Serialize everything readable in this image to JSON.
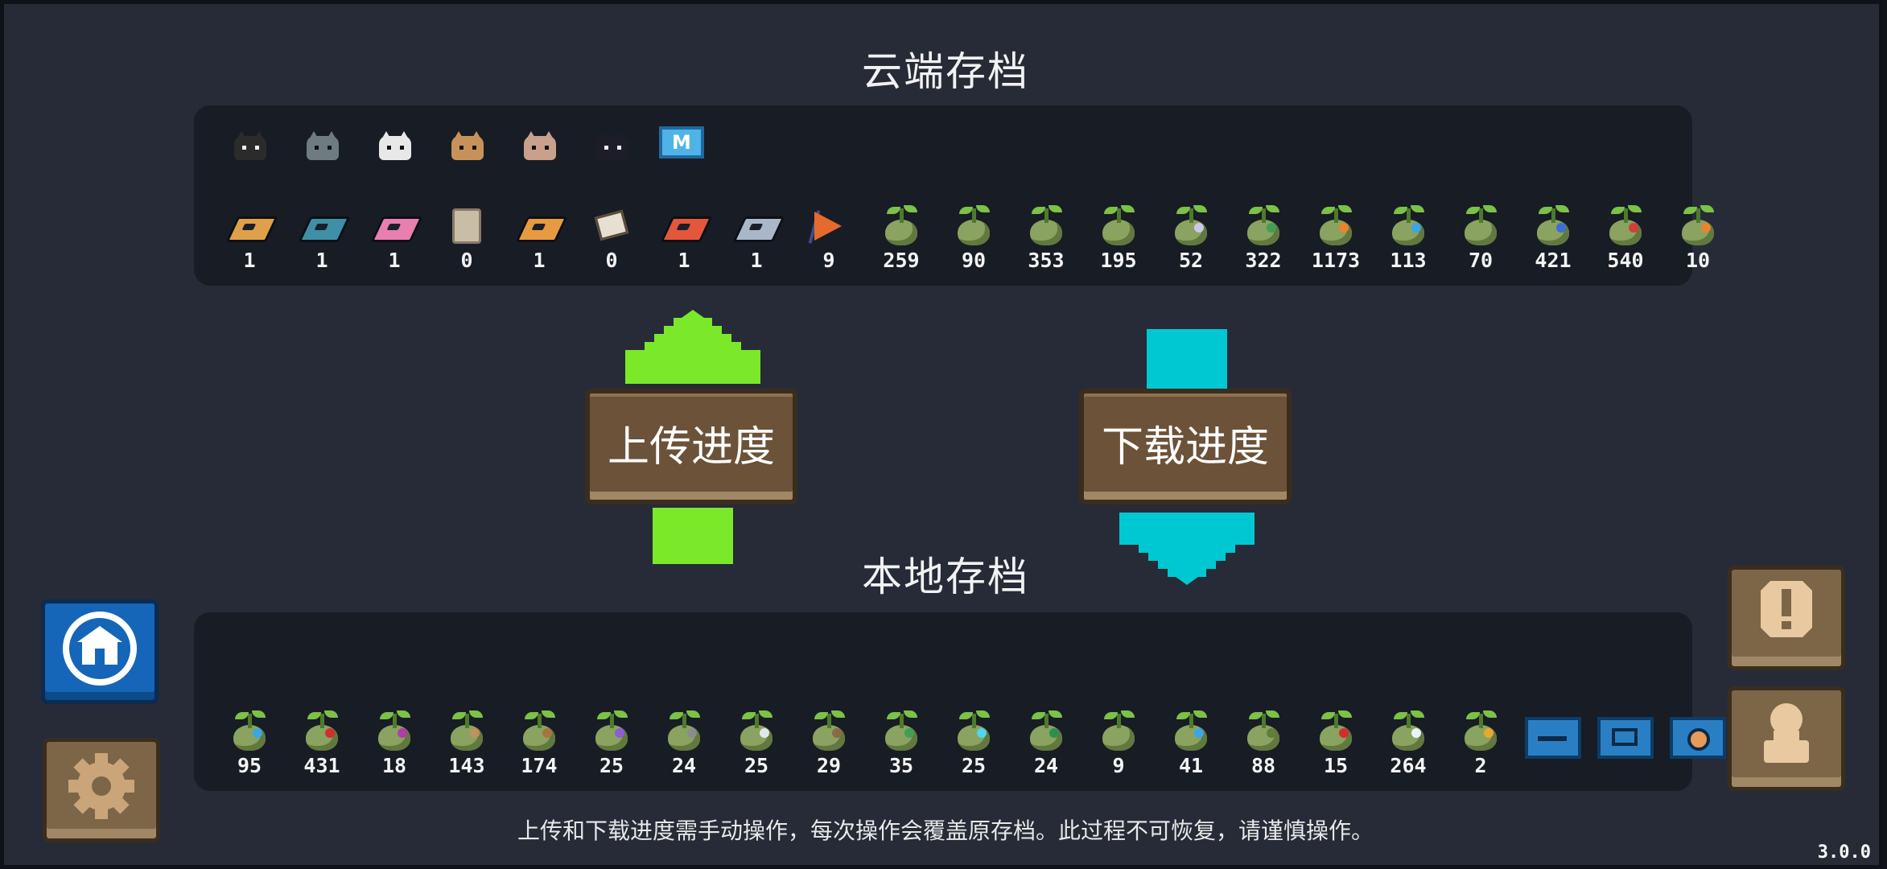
{
  "cloud": {
    "title": "云端存档",
    "characters": [
      {
        "icon": "black-white-cat-icon",
        "color": "#2b2b2b"
      },
      {
        "icon": "gray-cat-icon",
        "color": "#6e7b80"
      },
      {
        "icon": "white-cat-icon",
        "color": "#e8e8e8"
      },
      {
        "icon": "tan-dog-icon",
        "color": "#c7925a"
      },
      {
        "icon": "pig-icon",
        "color": "#c9a08c"
      },
      {
        "icon": "black-cat-with-hat-icon",
        "color": "#1d1d2a"
      },
      {
        "icon": "m-badge-icon",
        "label": "M"
      }
    ],
    "items": [
      {
        "icon": "gold-tile-icon",
        "color": "#e0a04a",
        "count": "1"
      },
      {
        "icon": "teal-tile-icon",
        "color": "#3f8fa6",
        "count": "1"
      },
      {
        "icon": "pink-tile-icon",
        "color": "#e77fb0",
        "count": "1"
      },
      {
        "icon": "scroll-icon",
        "count": "0"
      },
      {
        "icon": "rainbow-tile-icon",
        "color": "#e79a3f",
        "count": "1"
      },
      {
        "icon": "open-book-icon",
        "count": "0"
      },
      {
        "icon": "red-tile-icon",
        "color": "#e4573a",
        "count": "1"
      },
      {
        "icon": "silver-tile-icon",
        "color": "#a9b7c9",
        "count": "1"
      },
      {
        "icon": "flag-icon",
        "count": "9"
      },
      {
        "icon": "sprout-seed-icon",
        "count": "259"
      },
      {
        "icon": "sprout-seed-icon",
        "count": "90"
      },
      {
        "icon": "sprout-seed-icon",
        "count": "353"
      },
      {
        "icon": "sprout-seed-icon",
        "count": "195"
      },
      {
        "icon": "sprout-seed-icon",
        "accent": "#c9c9e8",
        "count": "52"
      },
      {
        "icon": "sprout-seed-icon",
        "accent": "#3f9f58",
        "count": "322"
      },
      {
        "icon": "sprout-seed-icon",
        "accent": "#e8842f",
        "count": "1173"
      },
      {
        "icon": "sprout-seed-icon",
        "accent": "#3aa6e6",
        "count": "113"
      },
      {
        "icon": "sprout-seed-icon",
        "count": "70"
      },
      {
        "icon": "sprout-seed-icon",
        "accent": "#3c6fd6",
        "count": "421"
      },
      {
        "icon": "sprout-seed-icon",
        "accent": "#d63c3c",
        "count": "540"
      },
      {
        "icon": "sprout-seed-icon",
        "accent": "#e8842f",
        "count": "10"
      }
    ]
  },
  "local": {
    "title": "本地存档",
    "items": [
      {
        "icon": "sprout-seed-icon",
        "accent": "#3aa6e6",
        "count": "95"
      },
      {
        "icon": "sprout-seed-icon",
        "accent": "#d12f2f",
        "count": "431"
      },
      {
        "icon": "sprout-seed-icon",
        "accent": "#b03ca8",
        "count": "18"
      },
      {
        "icon": "sprout-seed-icon",
        "accent": "#c0925c",
        "count": "143"
      },
      {
        "icon": "sprout-seed-icon",
        "accent": "#a9743c",
        "count": "174"
      },
      {
        "icon": "sprout-seed-icon",
        "accent": "#8a5fd6",
        "count": "25"
      },
      {
        "icon": "sprout-seed-icon",
        "accent": "#8c8c8c",
        "count": "24"
      },
      {
        "icon": "sprout-seed-icon",
        "accent": "#dfe8ee",
        "count": "25"
      },
      {
        "icon": "sprout-seed-icon",
        "accent": "#8a6a4a",
        "count": "29"
      },
      {
        "icon": "sprout-seed-icon",
        "accent": "#3f9f58",
        "count": "35"
      },
      {
        "icon": "sprout-seed-icon",
        "accent": "#4fd6f0",
        "count": "25"
      },
      {
        "icon": "sprout-seed-icon",
        "accent": "#2f8f4f",
        "count": "24"
      },
      {
        "icon": "sprout-seed-icon",
        "count": "9"
      },
      {
        "icon": "sprout-seed-icon",
        "accent": "#3aa6e6",
        "count": "41"
      },
      {
        "icon": "sprout-seed-icon",
        "accent": "#5f7f3a",
        "count": "88"
      },
      {
        "icon": "sprout-seed-icon",
        "accent": "#d12f2f",
        "count": "15"
      },
      {
        "icon": "sprout-seed-icon",
        "accent": "#e8f4f8",
        "count": "264"
      },
      {
        "icon": "sprout-seed-icon",
        "accent": "#e8a82f",
        "count": "2"
      }
    ],
    "extra_tiles": [
      {
        "icon": "arrow-right-tile-icon"
      },
      {
        "icon": "cart-tile-icon"
      },
      {
        "icon": "round-tile-icon"
      }
    ]
  },
  "buttons": {
    "upload": "上传进度",
    "download": "下载进度"
  },
  "side_buttons": {
    "community": "community-icon",
    "settings": "gear-icon",
    "alert": "exclamation-icon",
    "profile": "person-icon"
  },
  "colors": {
    "upload_arrow": "#7be82a",
    "download_arrow": "#00c8d2"
  },
  "notice": "上传和下载进度需手动操作，每次操作会覆盖原存档。此过程不可恢复，请谨慎操作。",
  "version": "3.0.0"
}
